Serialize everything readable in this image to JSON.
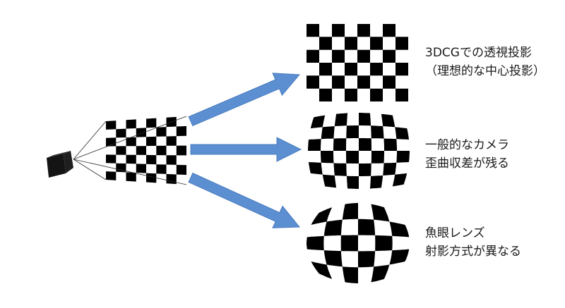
{
  "panels": [
    {
      "id": "ideal",
      "line1": "3DCGでの透視投影",
      "line2": "（理想的な中心投影）"
    },
    {
      "id": "camera",
      "line1": "一般的なカメラ",
      "line2": "歪曲収差が残る"
    },
    {
      "id": "fisheye",
      "line1": "魚眼レンズ",
      "line2": "射影方式が異なる"
    }
  ],
  "colors": {
    "arrow": "#5b8fd1",
    "arrow_edge": "#4a7cbd",
    "scene_top": "#8e8f9c",
    "scene_bottom": "#a79d9e",
    "checker_dark": "#000000",
    "checker_light": "#ffffff",
    "camera_body": "#141414"
  },
  "icons": [
    "camera-icon",
    "arrow-icon"
  ]
}
